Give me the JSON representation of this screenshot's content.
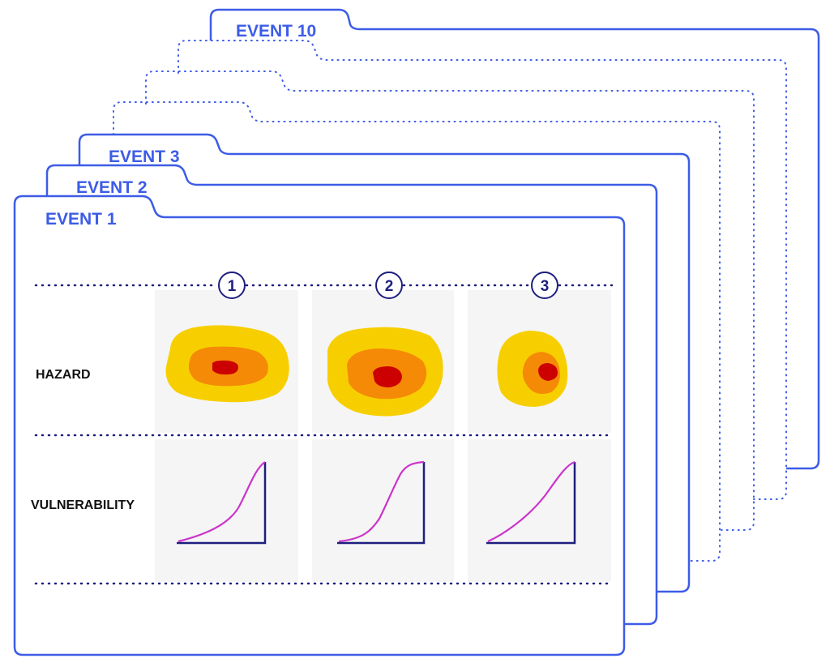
{
  "colors": {
    "frame": "#3d5ce6",
    "navy": "#1d1f7e",
    "panel_bg": "#f5f5f5",
    "curve": "#cc33cc",
    "hazard_outer": "#f7cf00",
    "hazard_mid": "#f58a07",
    "hazard_core": "#cc0000",
    "label_text": "#111111"
  },
  "event_cards": [
    {
      "label": "EVENT 10",
      "style": "solid"
    },
    {
      "label": "",
      "style": "dotted"
    },
    {
      "label": "",
      "style": "dotted"
    },
    {
      "label": "",
      "style": "dotted"
    },
    {
      "label": "EVENT 3",
      "style": "solid"
    },
    {
      "label": "EVENT 2",
      "style": "solid"
    },
    {
      "label": "EVENT 1",
      "style": "solid"
    }
  ],
  "grid": {
    "columns": [
      "1",
      "2",
      "3"
    ],
    "rows": [
      {
        "key": "hazard",
        "label": "HAZARD"
      },
      {
        "key": "vulnerability",
        "label": "VULNERABILITY"
      }
    ]
  },
  "hazard_icons": [
    "large-ellipse",
    "large-round",
    "small-round"
  ],
  "vulnerability_icons": [
    "convex-late-rise",
    "s-curve",
    "near-linear"
  ]
}
